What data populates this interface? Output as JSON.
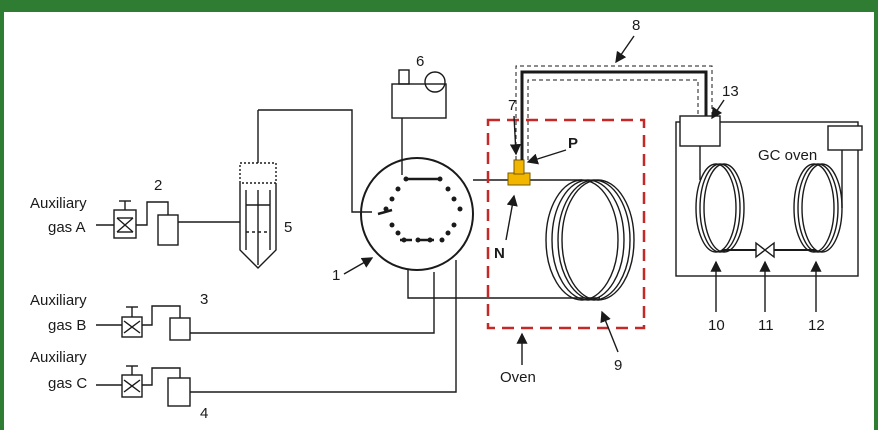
{
  "header": {
    "text": ""
  },
  "components": {
    "auxiliary_gas_a": [
      "Auxiliary",
      "gas A"
    ],
    "auxiliary_gas_b": [
      "Auxiliary",
      "gas B"
    ],
    "auxiliary_gas_c": [
      "Auxiliary",
      "gas C"
    ],
    "gc_oven": "GC oven",
    "oven": "Oven",
    "label_n": "N",
    "label_p": "P"
  },
  "callouts": [
    "1",
    "2",
    "3",
    "4",
    "5",
    "6",
    "7",
    "8",
    "9",
    "10",
    "11",
    "12",
    "13"
  ],
  "colors": {
    "frame": "#2e7d32",
    "oven_dash": "#c62828",
    "injector": "#f2b600",
    "line": "#1a1a1a"
  }
}
